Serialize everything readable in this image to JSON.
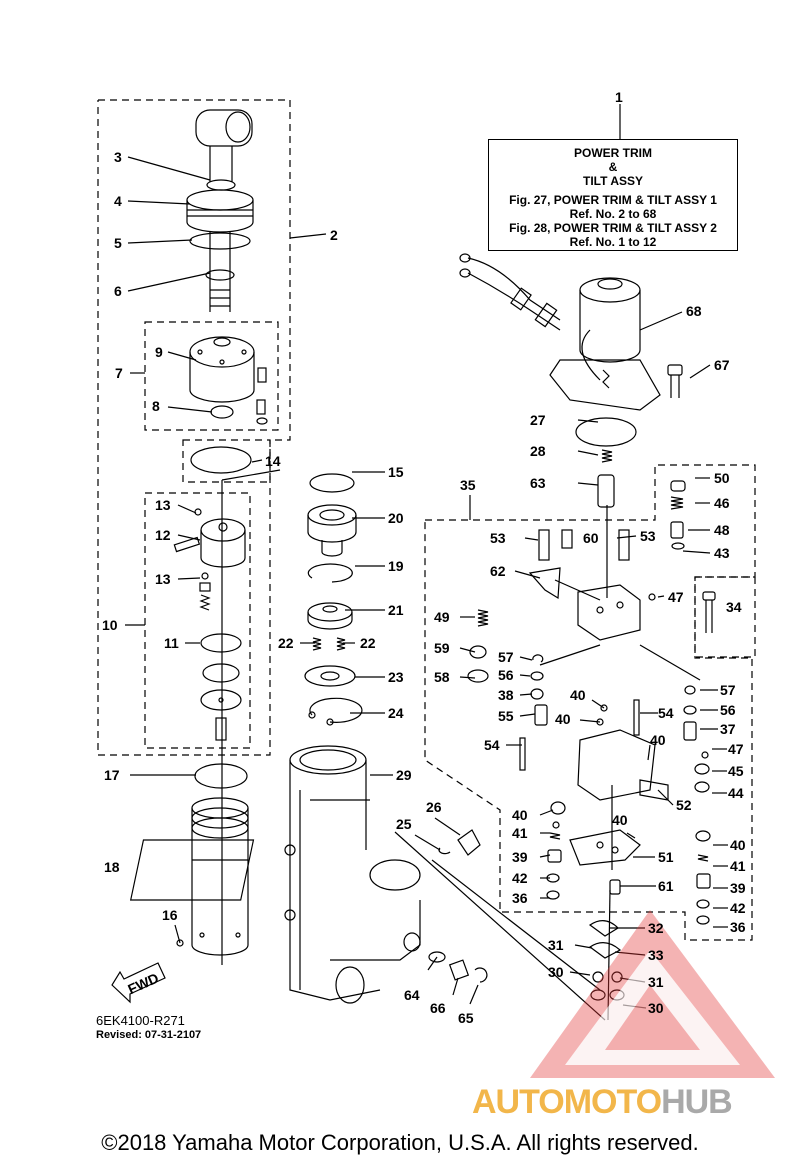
{
  "legend": {
    "ref": "1",
    "title": "POWER TRIM",
    "amp": "&",
    "title2": "TILT ASSY",
    "fig1": "Fig. 27, POWER TRIM & TILT ASSY 1",
    "fig1_ref": "Ref. No. 2 to 68",
    "fig2": "Fig. 28, POWER TRIM & TILT ASSY 2",
    "fig2_ref": "Ref. No. 1 to 12"
  },
  "diagram_code": "6EK4100-R271",
  "revised": "Revised: 07-31-2107",
  "fwd_label": "FWD",
  "watermark": {
    "part1": "AUTOMOTO",
    "part2": "HUB"
  },
  "copyright": "©2018 Yamaha Motor Corporation, U.S.A. All rights reserved.",
  "colors": {
    "line": "#000000",
    "watermark_red": "#e23a3a",
    "watermark_orange": "#f2b64a",
    "watermark_gray": "#a9a9a9"
  },
  "callouts": [
    {
      "id": "c3",
      "text": "3"
    },
    {
      "id": "c4",
      "text": "4"
    },
    {
      "id": "c5",
      "text": "5"
    },
    {
      "id": "c6",
      "text": "6"
    },
    {
      "id": "c2",
      "text": "2"
    },
    {
      "id": "c9",
      "text": "9"
    },
    {
      "id": "c7",
      "text": "7"
    },
    {
      "id": "c8",
      "text": "8"
    },
    {
      "id": "c14",
      "text": "14"
    },
    {
      "id": "c13a",
      "text": "13"
    },
    {
      "id": "c12",
      "text": "12"
    },
    {
      "id": "c13b",
      "text": "13"
    },
    {
      "id": "c10",
      "text": "10"
    },
    {
      "id": "c11",
      "text": "11"
    },
    {
      "id": "c17",
      "text": "17"
    },
    {
      "id": "c18",
      "text": "18"
    },
    {
      "id": "c16",
      "text": "16"
    },
    {
      "id": "c15",
      "text": "15"
    },
    {
      "id": "c20",
      "text": "20"
    },
    {
      "id": "c19",
      "text": "19"
    },
    {
      "id": "c21",
      "text": "21"
    },
    {
      "id": "c22a",
      "text": "22"
    },
    {
      "id": "c22b",
      "text": "22"
    },
    {
      "id": "c23",
      "text": "23"
    },
    {
      "id": "c24",
      "text": "24"
    },
    {
      "id": "c29",
      "text": "29"
    },
    {
      "id": "c26",
      "text": "26"
    },
    {
      "id": "c25",
      "text": "25"
    },
    {
      "id": "c64",
      "text": "64"
    },
    {
      "id": "c66",
      "text": "66"
    },
    {
      "id": "c65",
      "text": "65"
    },
    {
      "id": "c68",
      "text": "68"
    },
    {
      "id": "c67",
      "text": "67"
    },
    {
      "id": "c27",
      "text": "27"
    },
    {
      "id": "c28",
      "text": "28"
    },
    {
      "id": "c63",
      "text": "63"
    },
    {
      "id": "c35",
      "text": "35"
    },
    {
      "id": "c50",
      "text": "50"
    },
    {
      "id": "c46",
      "text": "46"
    },
    {
      "id": "c48",
      "text": "48"
    },
    {
      "id": "c43",
      "text": "43"
    },
    {
      "id": "c53a",
      "text": "53"
    },
    {
      "id": "c60",
      "text": "60"
    },
    {
      "id": "c53b",
      "text": "53"
    },
    {
      "id": "c62",
      "text": "62"
    },
    {
      "id": "c47a",
      "text": "47"
    },
    {
      "id": "c34",
      "text": "34"
    },
    {
      "id": "c49",
      "text": "49"
    },
    {
      "id": "c59",
      "text": "59"
    },
    {
      "id": "c57a",
      "text": "57"
    },
    {
      "id": "c56a",
      "text": "56"
    },
    {
      "id": "c58",
      "text": "58"
    },
    {
      "id": "c38",
      "text": "38"
    },
    {
      "id": "c55",
      "text": "55"
    },
    {
      "id": "c40a",
      "text": "40"
    },
    {
      "id": "c40b",
      "text": "40"
    },
    {
      "id": "c54a",
      "text": "54"
    },
    {
      "id": "c57b",
      "text": "57"
    },
    {
      "id": "c56b",
      "text": "56"
    },
    {
      "id": "c37",
      "text": "37"
    },
    {
      "id": "c54b",
      "text": "54"
    },
    {
      "id": "c40c",
      "text": "40"
    },
    {
      "id": "c47b",
      "text": "47"
    },
    {
      "id": "c45",
      "text": "45"
    },
    {
      "id": "c44",
      "text": "44"
    },
    {
      "id": "c52",
      "text": "52"
    },
    {
      "id": "c40d",
      "text": "40"
    },
    {
      "id": "c40e",
      "text": "40"
    },
    {
      "id": "c41a",
      "text": "41"
    },
    {
      "id": "c39a",
      "text": "39"
    },
    {
      "id": "c51",
      "text": "51"
    },
    {
      "id": "c40f",
      "text": "40"
    },
    {
      "id": "c41b",
      "text": "41"
    },
    {
      "id": "c42a",
      "text": "42"
    },
    {
      "id": "c36a",
      "text": "36"
    },
    {
      "id": "c61",
      "text": "61"
    },
    {
      "id": "c39b",
      "text": "39"
    },
    {
      "id": "c42b",
      "text": "42"
    },
    {
      "id": "c36b",
      "text": "36"
    },
    {
      "id": "c32",
      "text": "32"
    },
    {
      "id": "c31a",
      "text": "31"
    },
    {
      "id": "c33",
      "text": "33"
    },
    {
      "id": "c30a",
      "text": "30"
    },
    {
      "id": "c31b",
      "text": "31"
    },
    {
      "id": "c30b",
      "text": "30"
    }
  ]
}
